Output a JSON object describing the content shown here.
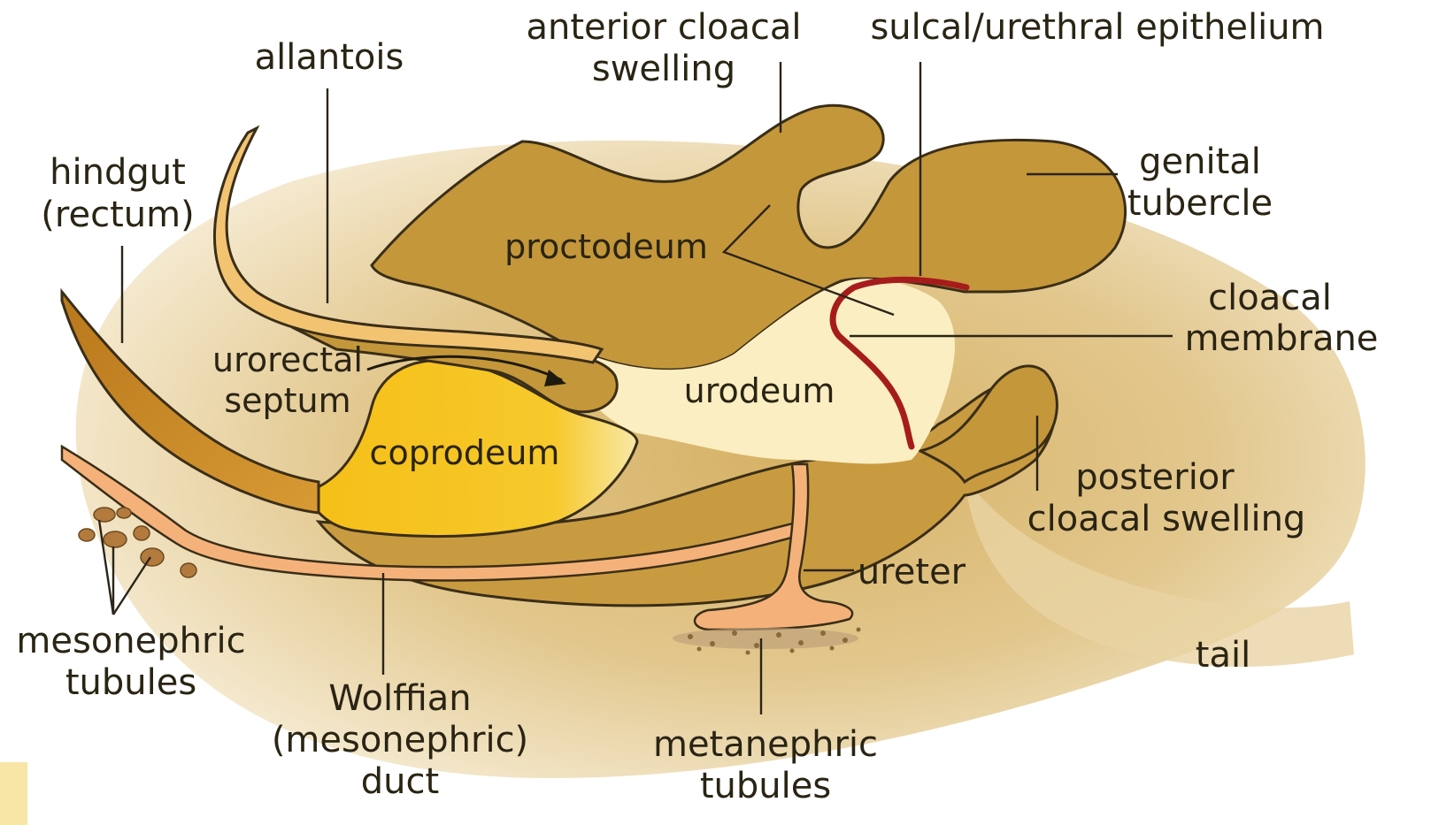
{
  "labels": {
    "allantois": "allantois",
    "anterior_cloacal_1": "anterior cloacal",
    "anterior_cloacal_2": "swelling",
    "sulcal": "sulcal/urethral epithelium",
    "hindgut_1": "hindgut",
    "hindgut_2": "(rectum)",
    "genital_1": "genital",
    "genital_2": "tubercle",
    "proctodeum": "proctodeum",
    "cloacal_membrane_1": "cloacal",
    "cloacal_membrane_2": "membrane",
    "urorectal_1": "urorectal",
    "urorectal_2": "septum",
    "urodeum": "urodeum",
    "coprodeum": "coprodeum",
    "posterior_1": "posterior",
    "posterior_2": "cloacal swelling",
    "ureter": "ureter",
    "tail": "tail",
    "mesonephric_tubules_1": "mesonephric",
    "mesonephric_tubules_2": "tubules",
    "wolffian_1": "Wolffian",
    "wolffian_2": "(mesonephric)",
    "wolffian_3": "duct",
    "metanephric_1": "metanephric",
    "metanephric_2": "tubules"
  },
  "colors": {
    "body": "#e6cd95",
    "mesenchyme": "#c4973a",
    "coprodeum": "#f6c21a",
    "urodeum": "#fbeec2",
    "allantois": "#f2c472",
    "ureter": "#f4b27a",
    "hindgut": "#c88a2a",
    "membrane": "#a61c1c",
    "outline": "#3a2e18",
    "corner_swatch": "#f8e6a6"
  }
}
